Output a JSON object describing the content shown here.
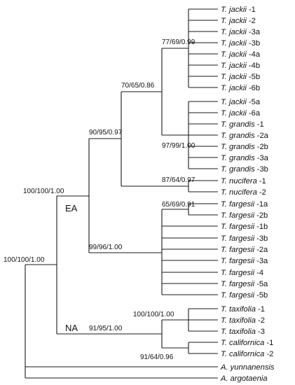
{
  "tips": [
    {
      "genus": "T. jackii",
      "suffix": "-1"
    },
    {
      "genus": "T. jackii",
      "suffix": "-2"
    },
    {
      "genus": "T. jackii",
      "suffix": "-3a"
    },
    {
      "genus": "T. jackii",
      "suffix": "-3b"
    },
    {
      "genus": "T. jackii",
      "suffix": "-4a"
    },
    {
      "genus": "T. jackii",
      "suffix": "-4b"
    },
    {
      "genus": "T. jackii",
      "suffix": "-5b"
    },
    {
      "genus": "T. jackii",
      "suffix": "-6b"
    },
    {
      "genus": "T. jackii",
      "suffix": "-5a"
    },
    {
      "genus": "T. jackii",
      "suffix": "-6a"
    },
    {
      "genus": "T. grandis",
      "suffix": "-1"
    },
    {
      "genus": "T. grandis",
      "suffix": "-2a"
    },
    {
      "genus": "T. grandis",
      "suffix": "-2b"
    },
    {
      "genus": "T. grandis",
      "suffix": "-3a"
    },
    {
      "genus": "T. grandis",
      "suffix": "-3b"
    },
    {
      "genus": "T. nucifera",
      "suffix": "-1"
    },
    {
      "genus": "T. nucifera",
      "suffix": "-2"
    },
    {
      "genus": "T. fargesii",
      "suffix": "-1a"
    },
    {
      "genus": "T. fargesii",
      "suffix": "-2b"
    },
    {
      "genus": "T. fargesii",
      "suffix": "-1b"
    },
    {
      "genus": "T. fargesii",
      "suffix": "-3b"
    },
    {
      "genus": "T. fargesii",
      "suffix": "-2a"
    },
    {
      "genus": "T. fargesii",
      "suffix": "-3a"
    },
    {
      "genus": "T. fargesii",
      "suffix": "-4"
    },
    {
      "genus": "T. fargesii",
      "suffix": "-5a"
    },
    {
      "genus": "T. fargesii",
      "suffix": "-5b"
    },
    {
      "genus": "T. taxifolia",
      "suffix": "-1"
    },
    {
      "genus": "T. taxifolia",
      "suffix": "-2"
    },
    {
      "genus": "T. taxifolia",
      "suffix": "-3"
    },
    {
      "genus": "T. californica",
      "suffix": "-1"
    },
    {
      "genus": "T. californica",
      "suffix": "-2"
    },
    {
      "genus": "A. yunnanensis",
      "suffix": ""
    },
    {
      "genus": "A. argotaenia",
      "suffix": ""
    }
  ],
  "supports": {
    "jackii_clade": "77/69/0.99",
    "jackii_grandis": "70/65/0.86",
    "grandis_clade": "97/99/1.00",
    "ea_core": "90/95/0.97",
    "nucifera": "87/64/0.97",
    "fargesii_inner": "65/69/0.91",
    "fargesii_clade": "99/96/1.00",
    "ea_na": "100/100/1.00",
    "taxifolia": "100/100/1.00",
    "na_clade": "91/95/1.00",
    "californica": "91/64/0.96",
    "root": "100/100/1.00"
  },
  "regions": {
    "ea": "EA",
    "na": "NA"
  }
}
